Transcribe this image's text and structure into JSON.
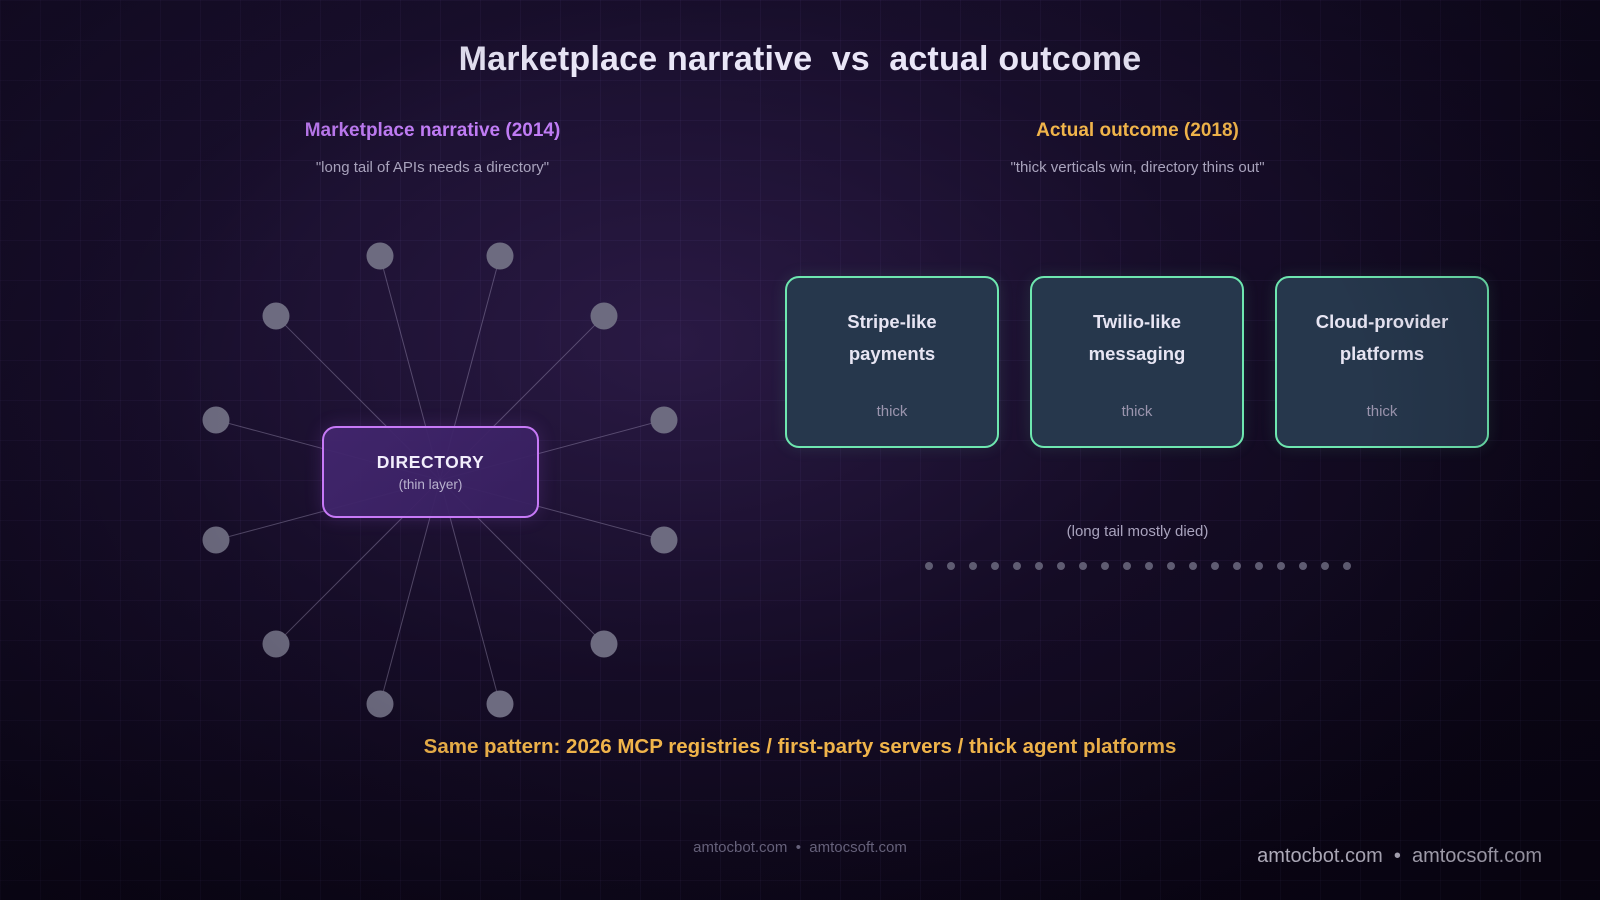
{
  "title": "Marketplace narrative  vs  actual outcome",
  "left_column": {
    "heading": "Marketplace narrative (2014)",
    "subheading": "\"long tail of APIs needs a directory\"",
    "hub": {
      "title": "DIRECTORY",
      "subtitle": "(thin layer)",
      "node_count": 12,
      "border_color": "#c779f7",
      "fill_color": "#3f2670",
      "node_color": "#6d6b80"
    }
  },
  "right_column": {
    "heading": "Actual outcome (2018)",
    "subheading": "\"thick verticals win, directory thins out\"",
    "cards": [
      {
        "label": "Stripe-like\npayments",
        "tag": "thick"
      },
      {
        "label": "Twilio-like\nmessaging",
        "tag": "thick"
      },
      {
        "label": "Cloud-provider\nplatforms",
        "tag": "thick"
      }
    ],
    "card_border_color": "#6ee7b0",
    "card_fill_color": "#26374c",
    "long_tail": {
      "label": "(long tail mostly died)",
      "dot_count": 20,
      "dot_color": "#5f5c72"
    }
  },
  "tagline": "Same pattern: 2026 MCP registries / first-party servers / thick agent platforms",
  "footer_center": "amtocbot.com  •  amtocsoft.com",
  "footer_right": "amtocbot.com  •  amtocsoft.com",
  "colors": {
    "background": "#0b0617",
    "title_text": "#e9e6f7",
    "narrative_accent": "#c07cf5",
    "outcome_accent": "#f0b44a",
    "muted_text": "#a9a3bd"
  }
}
